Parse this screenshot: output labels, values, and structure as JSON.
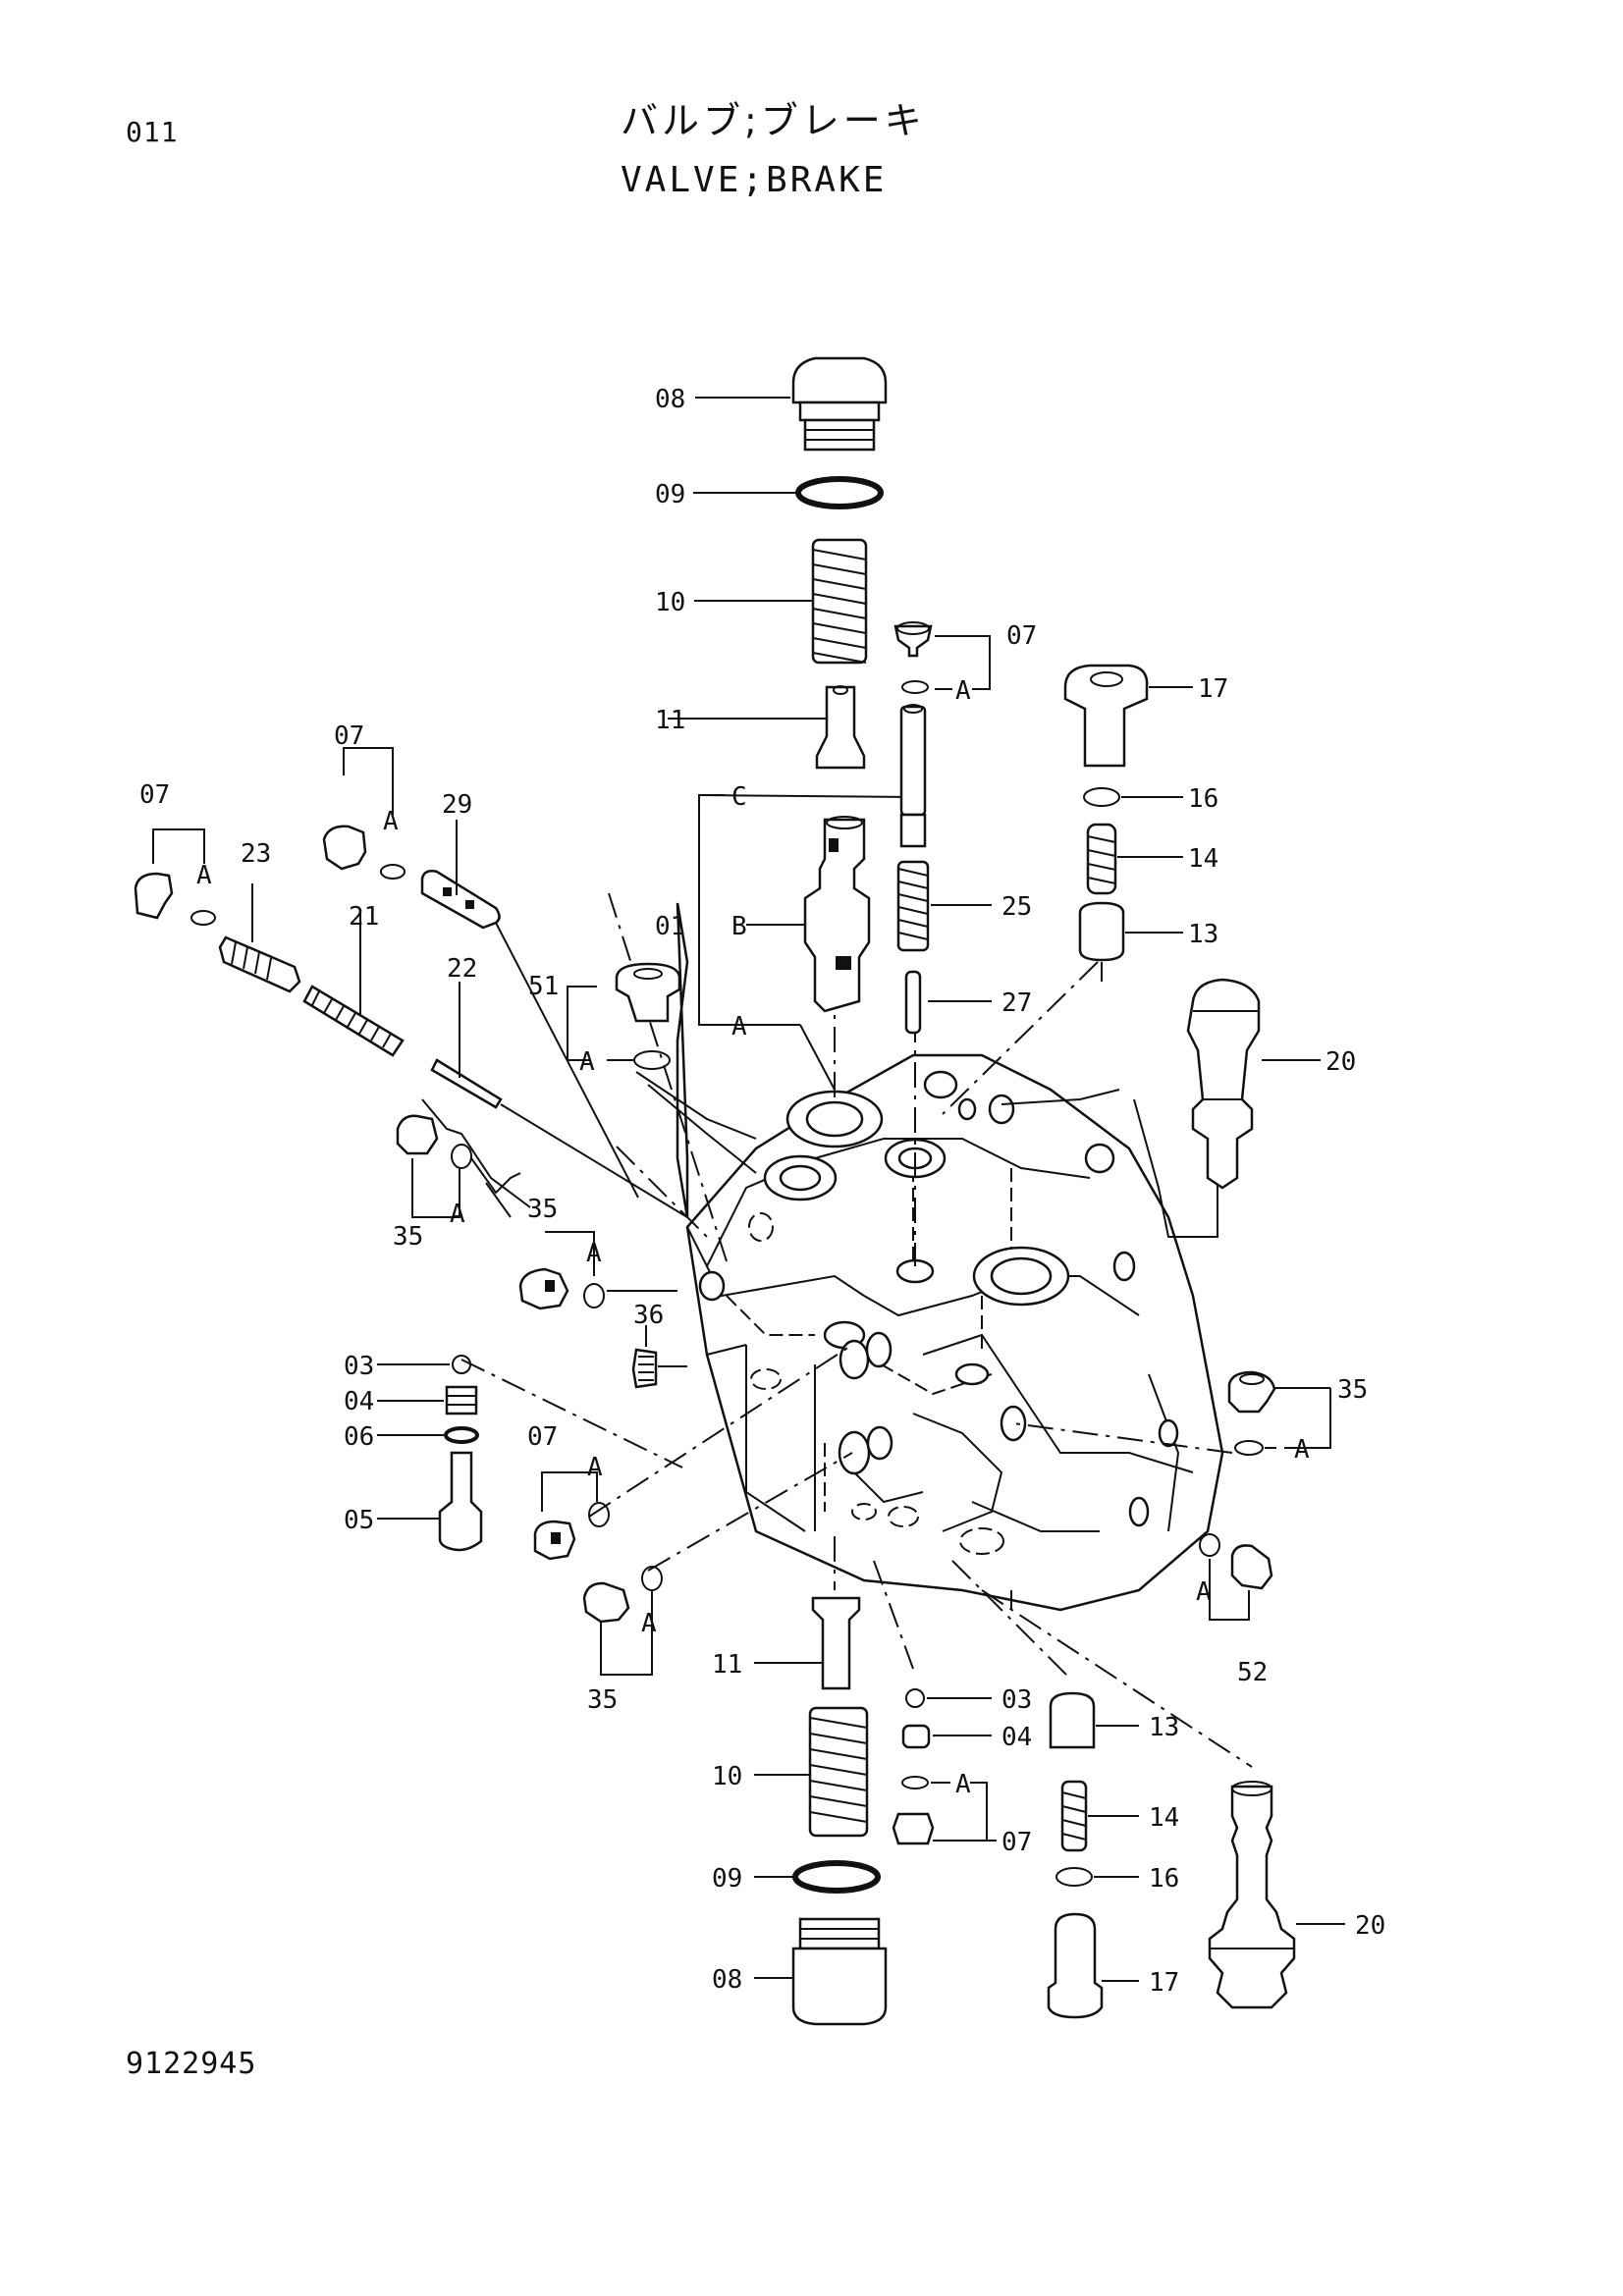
{
  "page": {
    "page_number": "011",
    "title_jp": "バルブ;ブレーキ",
    "title_en": "VALVE;BRAKE",
    "drawing_number": "9122945"
  },
  "callouts": {
    "c01": "01",
    "c03a": "03",
    "c03b": "03",
    "c04a": "04",
    "c04b": "04",
    "c05": "05",
    "c06": "06",
    "c07a": "07",
    "c07b": "07",
    "c07c": "07",
    "c07d": "07",
    "c07e": "07",
    "c08a": "08",
    "c08b": "08",
    "c09a": "09",
    "c09b": "09",
    "c10a": "10",
    "c10b": "10",
    "c11a": "11",
    "c11b": "11",
    "c13a": "13",
    "c13b": "13",
    "c14a": "14",
    "c14b": "14",
    "c16a": "16",
    "c16b": "16",
    "c17a": "17",
    "c17b": "17",
    "c20a": "20",
    "c20b": "20",
    "c21": "21",
    "c22": "22",
    "c23": "23",
    "c25": "25",
    "c27": "27",
    "c29": "29",
    "c35a": "35",
    "c35b": "35",
    "c35c": "35",
    "c35d": "35",
    "c36": "36",
    "c51": "51",
    "c52": "52"
  },
  "sub_labels": {
    "a1": "A",
    "a2": "A",
    "a3": "A",
    "a4": "A",
    "a5": "A",
    "a6": "A",
    "a7": "A",
    "a8": "A",
    "a9": "A",
    "a10": "A",
    "a11": "A",
    "a12": "A",
    "a13": "A",
    "b1": "B",
    "c1": "C"
  }
}
